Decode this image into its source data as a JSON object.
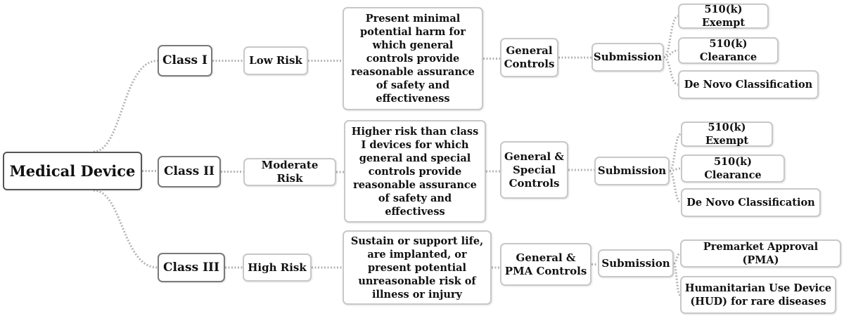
{
  "diagram": {
    "root": "Medical Device",
    "classes": [
      {
        "name": "Class I",
        "risk": "Low Risk",
        "description": "Present minimal potential harm for which general controls provide reasonable assurance of safety and effectiveness",
        "controls": "General Controls",
        "submission": "Submission",
        "pathways": [
          "510(k) Exempt",
          "510(k) Clearance",
          "De Novo Classification"
        ]
      },
      {
        "name": "Class II",
        "risk": "Moderate Risk",
        "description": "Higher risk than class I devices for which general and special controls provide reasonable assurance of safety and effectivess",
        "controls": "General & Special Controls",
        "submission": "Submission",
        "pathways": [
          "510(k) Exempt",
          "510(k) Clearance",
          "De Novo Classification"
        ]
      },
      {
        "name": "Class III",
        "risk": "High Risk",
        "description": "Sustain or support life, are implanted, or present potential unreasonable risk of illness or injury",
        "controls": "General & PMA Controls",
        "submission": "Submission",
        "pathways": [
          "Premarket Approval (PMA)",
          "Humanitarian Use Device (HUD) for rare diseases"
        ]
      }
    ]
  },
  "colors": {
    "connector": "#b4b4b4",
    "root_border": "#555555",
    "class_border": "#7a7a7a",
    "node_border": "#c8c8c8"
  }
}
